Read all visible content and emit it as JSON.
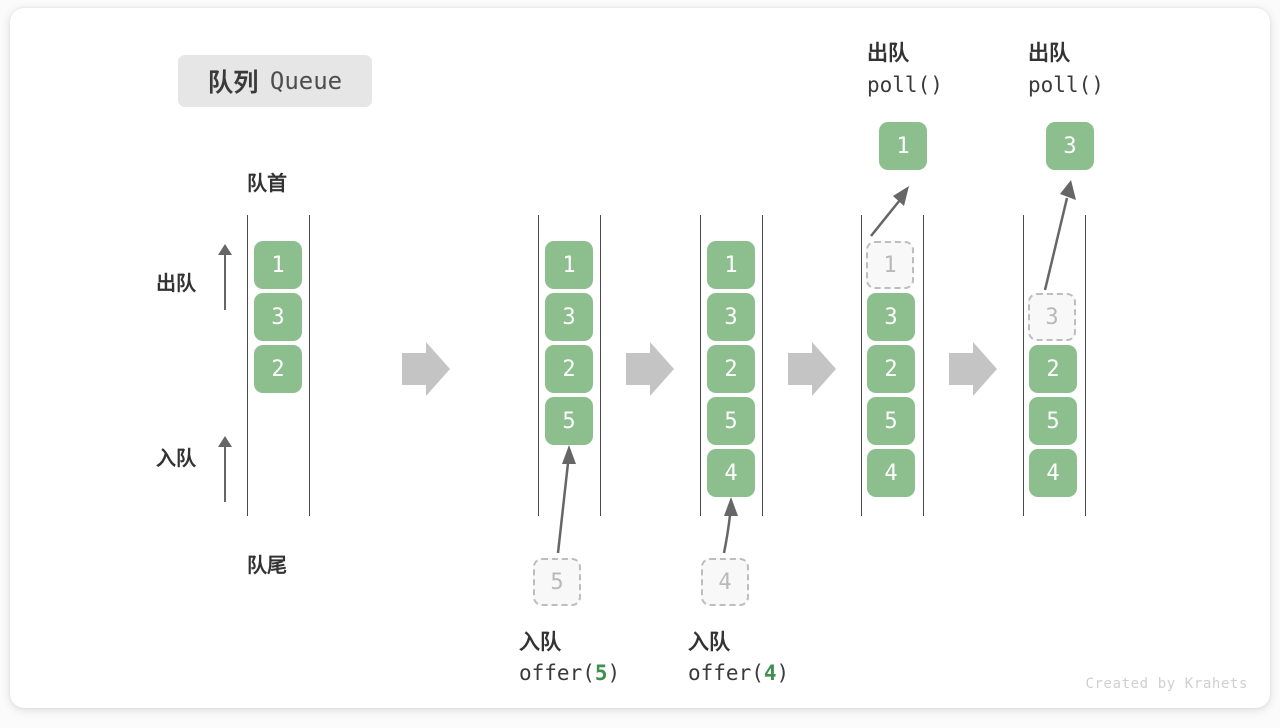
{
  "title": {
    "cn": "队列",
    "en": "Queue"
  },
  "labels": {
    "head": "队首",
    "tail": "队尾",
    "dequeue": "出队",
    "enqueue": "入队"
  },
  "colors": {
    "element_green": "#8cbe8e",
    "ghost_fill": "#f8f8f8",
    "ghost_border": "#bdbdbd",
    "rail": "#4a4a4a",
    "arrow_gray": "#666666",
    "step_arrow": "#c4c4c4",
    "badge_bg": "#e6e6e6",
    "code_arg": "#3f8f4f"
  },
  "columns": [
    {
      "id": "initial",
      "cells": [
        {
          "value": "1",
          "state": "filled"
        },
        {
          "value": "3",
          "state": "filled"
        },
        {
          "value": "2",
          "state": "filled"
        }
      ]
    },
    {
      "id": "after-offer-5",
      "cells": [
        {
          "value": "1",
          "state": "filled"
        },
        {
          "value": "3",
          "state": "filled"
        },
        {
          "value": "2",
          "state": "filled"
        },
        {
          "value": "5",
          "state": "filled"
        }
      ],
      "incoming": {
        "value": "5",
        "state": "ghost"
      },
      "caption": {
        "cn": "入队",
        "code_prefix": "offer(",
        "code_arg": "5",
        "code_suffix": ")"
      }
    },
    {
      "id": "after-offer-4",
      "cells": [
        {
          "value": "1",
          "state": "filled"
        },
        {
          "value": "3",
          "state": "filled"
        },
        {
          "value": "2",
          "state": "filled"
        },
        {
          "value": "5",
          "state": "filled"
        },
        {
          "value": "4",
          "state": "filled"
        }
      ],
      "incoming": {
        "value": "4",
        "state": "ghost"
      },
      "caption": {
        "cn": "入队",
        "code_prefix": "offer(",
        "code_arg": "4",
        "code_suffix": ")"
      }
    },
    {
      "id": "after-poll-1",
      "cells": [
        {
          "value": "1",
          "state": "ghost"
        },
        {
          "value": "3",
          "state": "filled"
        },
        {
          "value": "2",
          "state": "filled"
        },
        {
          "value": "5",
          "state": "filled"
        },
        {
          "value": "4",
          "state": "filled"
        }
      ],
      "outgoing": {
        "value": "1",
        "state": "filled"
      },
      "caption": {
        "cn": "出队",
        "code": "poll()"
      }
    },
    {
      "id": "after-poll-3",
      "cells": [
        {
          "value": "",
          "state": "empty"
        },
        {
          "value": "3",
          "state": "ghost"
        },
        {
          "value": "2",
          "state": "filled"
        },
        {
          "value": "5",
          "state": "filled"
        },
        {
          "value": "4",
          "state": "filled"
        }
      ],
      "outgoing": {
        "value": "3",
        "state": "filled"
      },
      "caption": {
        "cn": "出队",
        "code": "poll()"
      }
    }
  ],
  "credit": "Created by Krahets"
}
